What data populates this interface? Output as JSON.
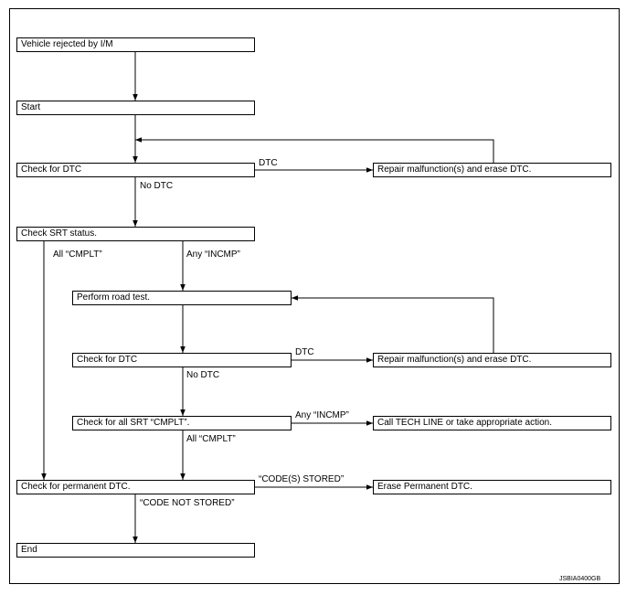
{
  "nodes": {
    "rejected": "Vehicle rejected by I/M",
    "start": "Start",
    "check_dtc_1": "Check for DTC",
    "repair_1": "Repair malfunction(s) and erase DTC.",
    "check_srt": "Check SRT status.",
    "road_test": "Perform road test.",
    "check_dtc_2": "Check for DTC",
    "repair_2": "Repair malfunction(s) and erase DTC.",
    "check_all_srt": "Check for all SRT “CMPLT”.",
    "call_tech": "Call TECH LINE or take appropriate action.",
    "check_permanent": "Check for permanent DTC.",
    "erase_permanent": "Erase Permanent DTC.",
    "end": "End"
  },
  "edges": {
    "dtc_1": "DTC",
    "no_dtc_1": "No DTC",
    "all_cmplt_1": "All “CMPLT”",
    "any_incmp_1": "Any “INCMP”",
    "dtc_2": "DTC",
    "no_dtc_2": "No DTC",
    "any_incmp_2": "Any “INCMP”",
    "all_cmplt_2": "All “CMPLT”",
    "codes_stored": "“CODE(S) STORED”",
    "code_not_stored": "“CODE NOT STORED”"
  },
  "figure_ref": "JSBIA0400GB"
}
